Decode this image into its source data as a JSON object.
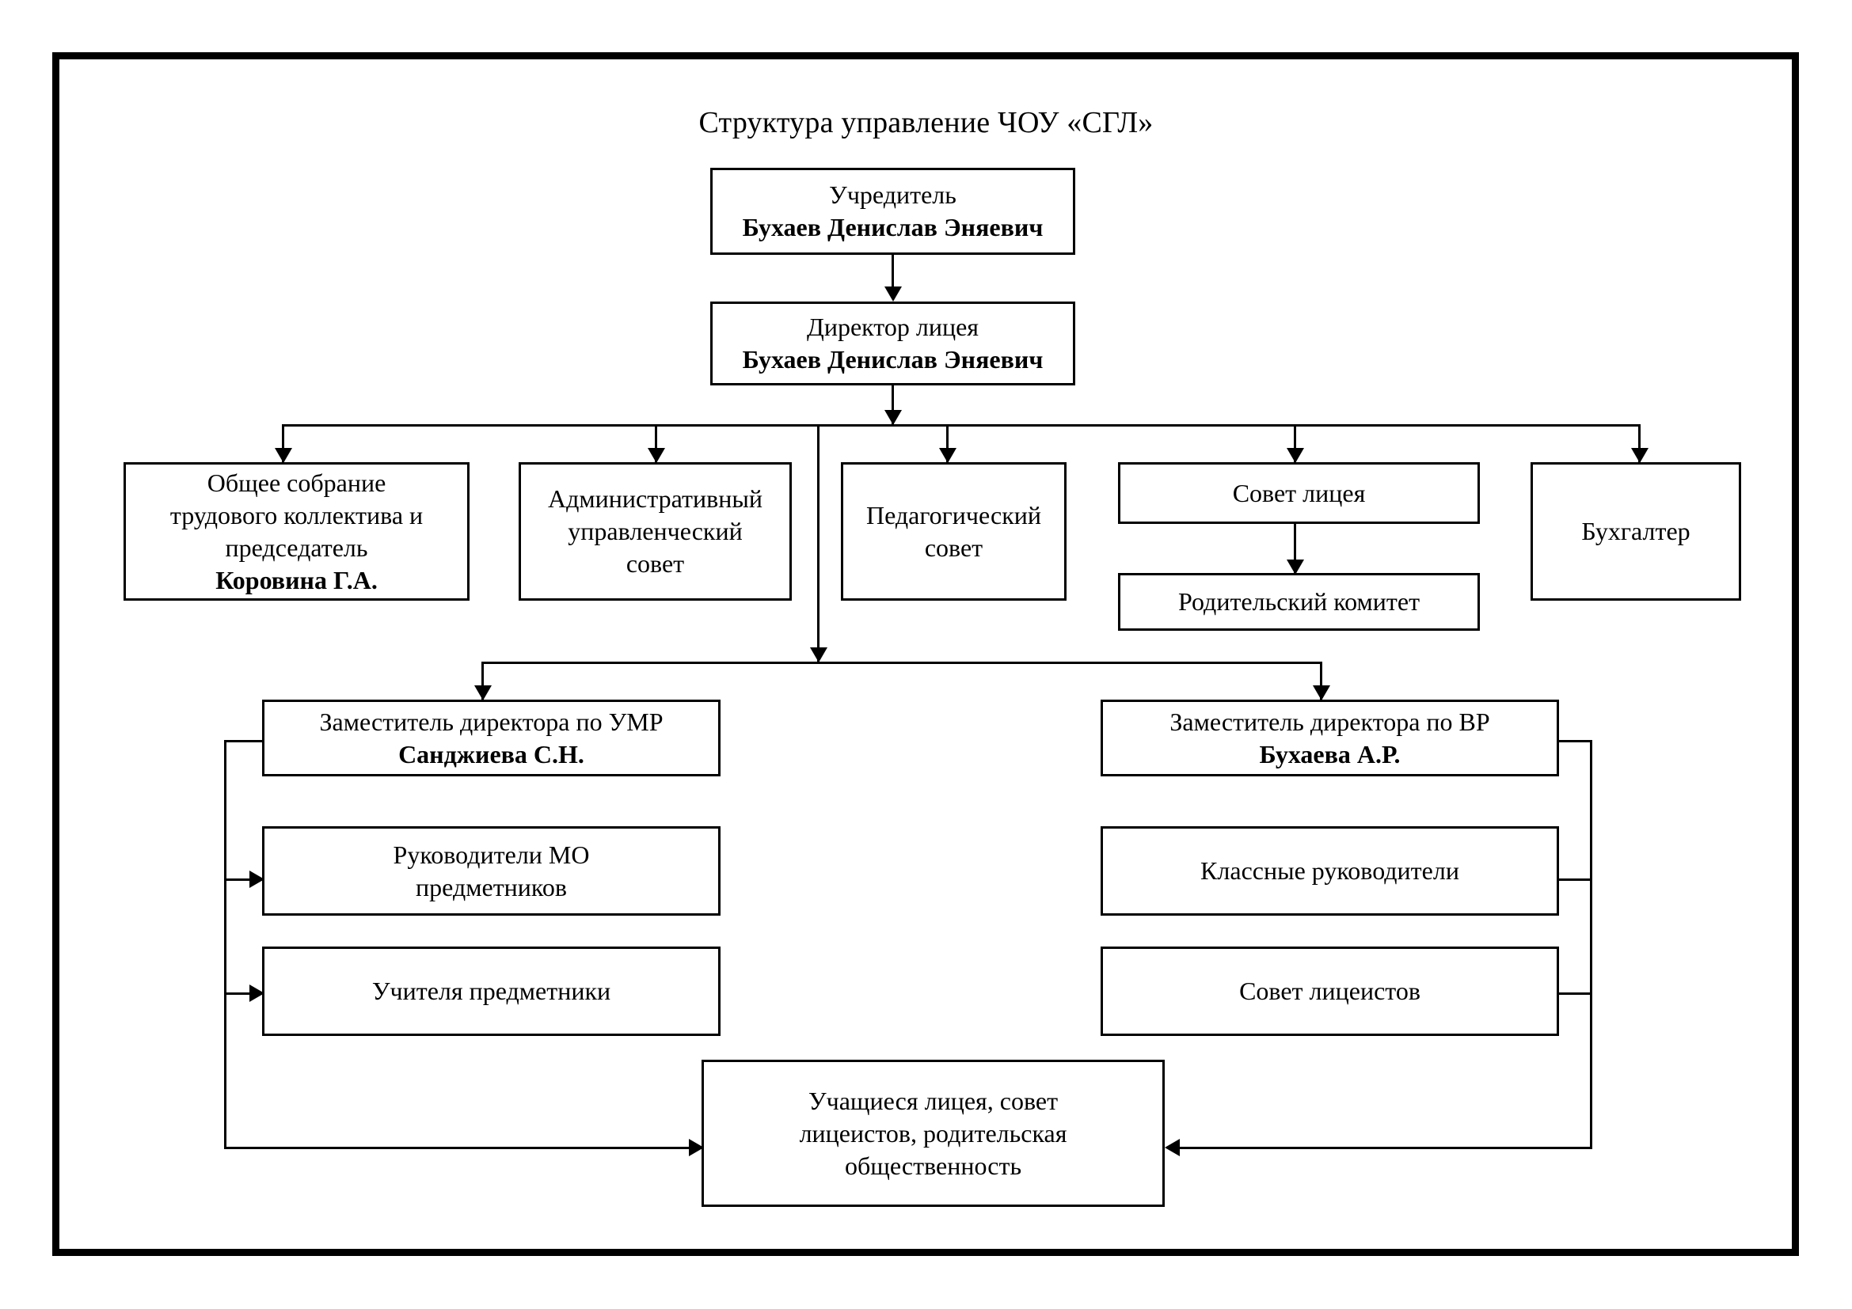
{
  "title": "Структура управление ЧОУ «СГЛ»",
  "chart_data": {
    "type": "diagram",
    "diagram_kind": "organizational-chart",
    "title": "Структура управление ЧОУ «СГЛ»",
    "orientation": "top-down",
    "nodes": [
      {
        "id": "founder",
        "lines": [
          "Учредитель",
          "Бухаев Денислав Эняевич"
        ],
        "bold_lines": [
          false,
          true
        ],
        "level": 0
      },
      {
        "id": "director",
        "lines": [
          "Директор лицея",
          "Бухаев Денислав Эняевич"
        ],
        "bold_lines": [
          false,
          true
        ],
        "level": 1
      },
      {
        "id": "general-assembly",
        "lines": [
          "Общее собрание",
          "трудового коллектива и",
          "председатель",
          "Коровина Г.А."
        ],
        "bold_lines": [
          false,
          false,
          false,
          true
        ],
        "level": 2
      },
      {
        "id": "admin-council",
        "lines": [
          "Административный",
          "управленческий",
          "совет"
        ],
        "bold_lines": [
          false,
          false,
          false
        ],
        "level": 2
      },
      {
        "id": "pedagogical-council",
        "lines": [
          "Педагогический",
          "совет"
        ],
        "bold_lines": [
          false,
          false
        ],
        "level": 2
      },
      {
        "id": "lyceum-council",
        "lines": [
          "Совет лицея"
        ],
        "bold_lines": [
          false
        ],
        "level": 2
      },
      {
        "id": "parent-committee",
        "lines": [
          "Родительский комитет"
        ],
        "bold_lines": [
          false
        ],
        "level": 3
      },
      {
        "id": "accountant",
        "lines": [
          "Бухгалтер"
        ],
        "bold_lines": [
          false
        ],
        "level": 2
      },
      {
        "id": "deputy-umr",
        "lines": [
          "Заместитель директора по УМР",
          "Санджиева С.Н."
        ],
        "bold_lines": [
          false,
          true
        ],
        "level": 3
      },
      {
        "id": "deputy-vr",
        "lines": [
          "Заместитель директора по ВР",
          "Бухаева А.Р."
        ],
        "bold_lines": [
          false,
          true
        ],
        "level": 3
      },
      {
        "id": "mo-heads",
        "lines": [
          "Руководители МО",
          "предметников"
        ],
        "bold_lines": [
          false,
          false
        ],
        "level": 4
      },
      {
        "id": "class-teachers",
        "lines": [
          "Классные руководители"
        ],
        "bold_lines": [
          false
        ],
        "level": 4
      },
      {
        "id": "subject-teachers",
        "lines": [
          "Учителя предметники"
        ],
        "bold_lines": [
          false
        ],
        "level": 5
      },
      {
        "id": "student-council",
        "lines": [
          "Совет лицеистов"
        ],
        "bold_lines": [
          false
        ],
        "level": 5
      },
      {
        "id": "students-parents",
        "lines": [
          "Учащиеся лицея, совет",
          "лицеистов, родительская",
          "общественность"
        ],
        "bold_lines": [
          false,
          false,
          false
        ],
        "level": 6
      }
    ],
    "edges": [
      {
        "from": "founder",
        "to": "director",
        "style": "arrow-down"
      },
      {
        "from": "director",
        "to": "general-assembly",
        "style": "arrow-down"
      },
      {
        "from": "director",
        "to": "admin-council",
        "style": "arrow-down"
      },
      {
        "from": "director",
        "to": "pedagogical-council",
        "style": "arrow-down"
      },
      {
        "from": "director",
        "to": "lyceum-council",
        "style": "arrow-down"
      },
      {
        "from": "director",
        "to": "accountant",
        "style": "arrow-down"
      },
      {
        "from": "lyceum-council",
        "to": "parent-committee",
        "style": "arrow-down"
      },
      {
        "from": "director",
        "to": "deputy-umr",
        "style": "arrow-down"
      },
      {
        "from": "director",
        "to": "deputy-vr",
        "style": "arrow-down"
      },
      {
        "from": "deputy-umr",
        "to": "mo-heads",
        "style": "arrow-right"
      },
      {
        "from": "deputy-umr",
        "to": "subject-teachers",
        "style": "arrow-right"
      },
      {
        "from": "deputy-umr",
        "to": "students-parents",
        "style": "arrow-right"
      },
      {
        "from": "deputy-vr",
        "to": "class-teachers",
        "style": "arrow-left"
      },
      {
        "from": "deputy-vr",
        "to": "student-council",
        "style": "arrow-left"
      },
      {
        "from": "deputy-vr",
        "to": "students-parents",
        "style": "arrow-left"
      }
    ],
    "colors": {
      "stroke": "#000000",
      "fill": "#ffffff",
      "text": "#000000",
      "frame": "#000000"
    }
  },
  "nodes": {
    "founder": {
      "l0": "Учредитель",
      "l1": "Бухаев Денислав Эняевич"
    },
    "director": {
      "l0": "Директор лицея",
      "l1": "Бухаев Денислав Эняевич"
    },
    "general_assembly": {
      "l0": "Общее собрание",
      "l1": "трудового коллектива и",
      "l2": "председатель",
      "l3": "Коровина Г.А."
    },
    "admin_council": {
      "l0": "Административный",
      "l1": "управленческий",
      "l2": "совет"
    },
    "pedagogical_council": {
      "l0": "Педагогический",
      "l1": "совет"
    },
    "lyceum_council": {
      "l0": "Совет лицея"
    },
    "parent_committee": {
      "l0": "Родительский комитет"
    },
    "accountant": {
      "l0": "Бухгалтер"
    },
    "deputy_umr": {
      "l0": "Заместитель директора по УМР",
      "l1": "Санджиева С.Н."
    },
    "deputy_vr": {
      "l0": "Заместитель директора по ВР",
      "l1": "Бухаева А.Р."
    },
    "mo_heads": {
      "l0": "Руководители МО",
      "l1": "предметников"
    },
    "class_teachers": {
      "l0": "Классные руководители"
    },
    "subject_teachers": {
      "l0": "Учителя предметники"
    },
    "student_council": {
      "l0": "Совет лицеистов"
    },
    "students_parents": {
      "l0": "Учащиеся лицея, совет",
      "l1": "лицеистов, родительская",
      "l2": "общественность"
    }
  }
}
